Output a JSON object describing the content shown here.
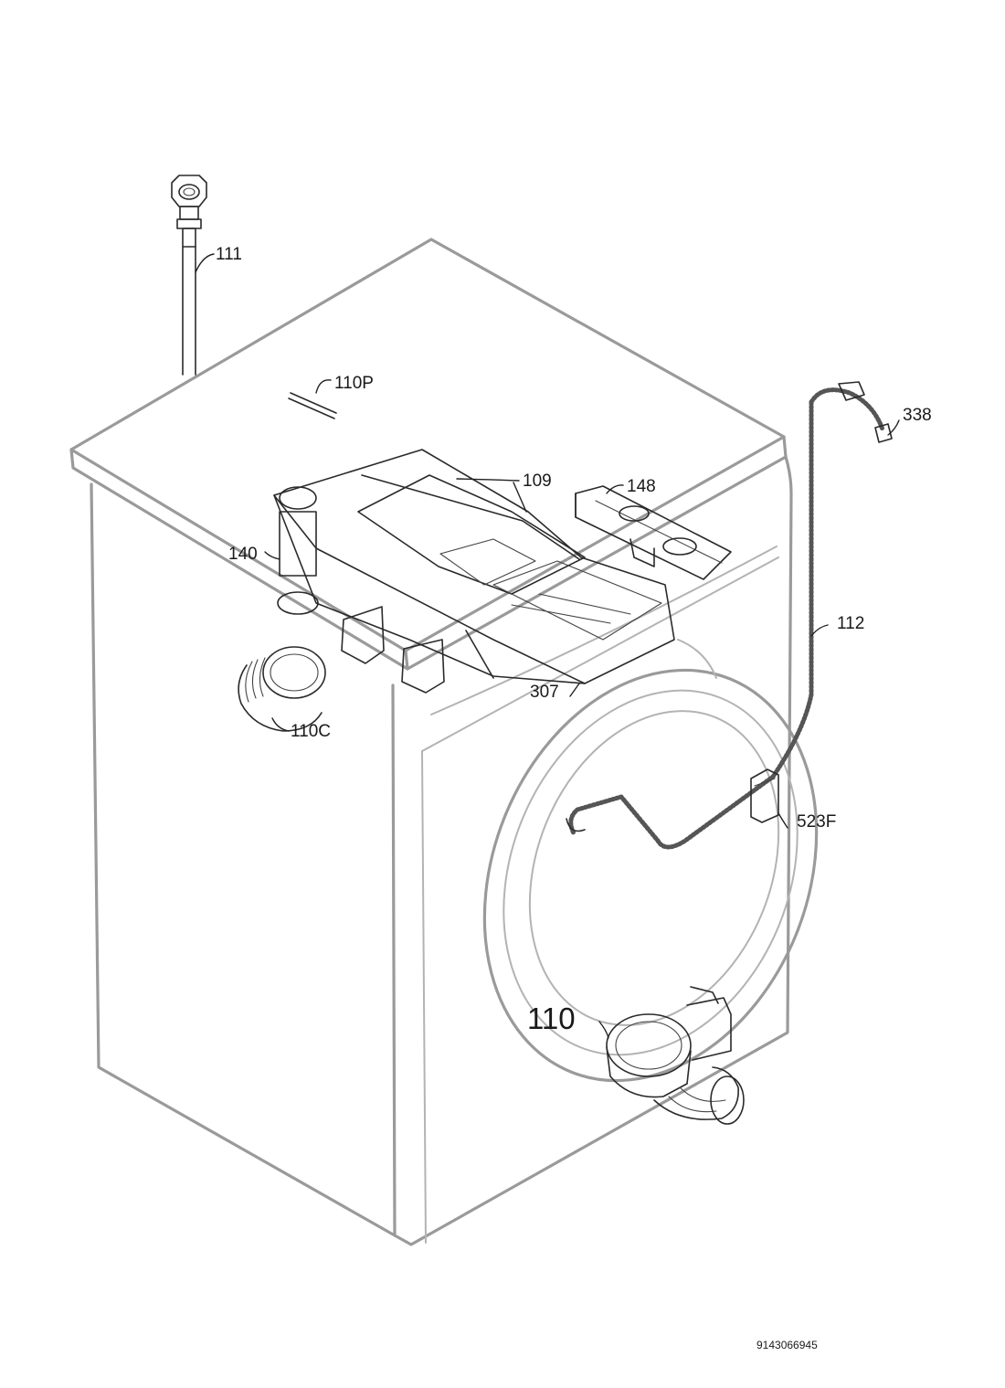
{
  "labels": {
    "p111": "111",
    "p110p": "110P",
    "p338": "338",
    "p109": "109",
    "p148": "148",
    "p140": "140",
    "p112": "112",
    "p110c": "110C",
    "p307": "307",
    "p523f": "523F",
    "p110": "110"
  },
  "document_number": "9143066945"
}
